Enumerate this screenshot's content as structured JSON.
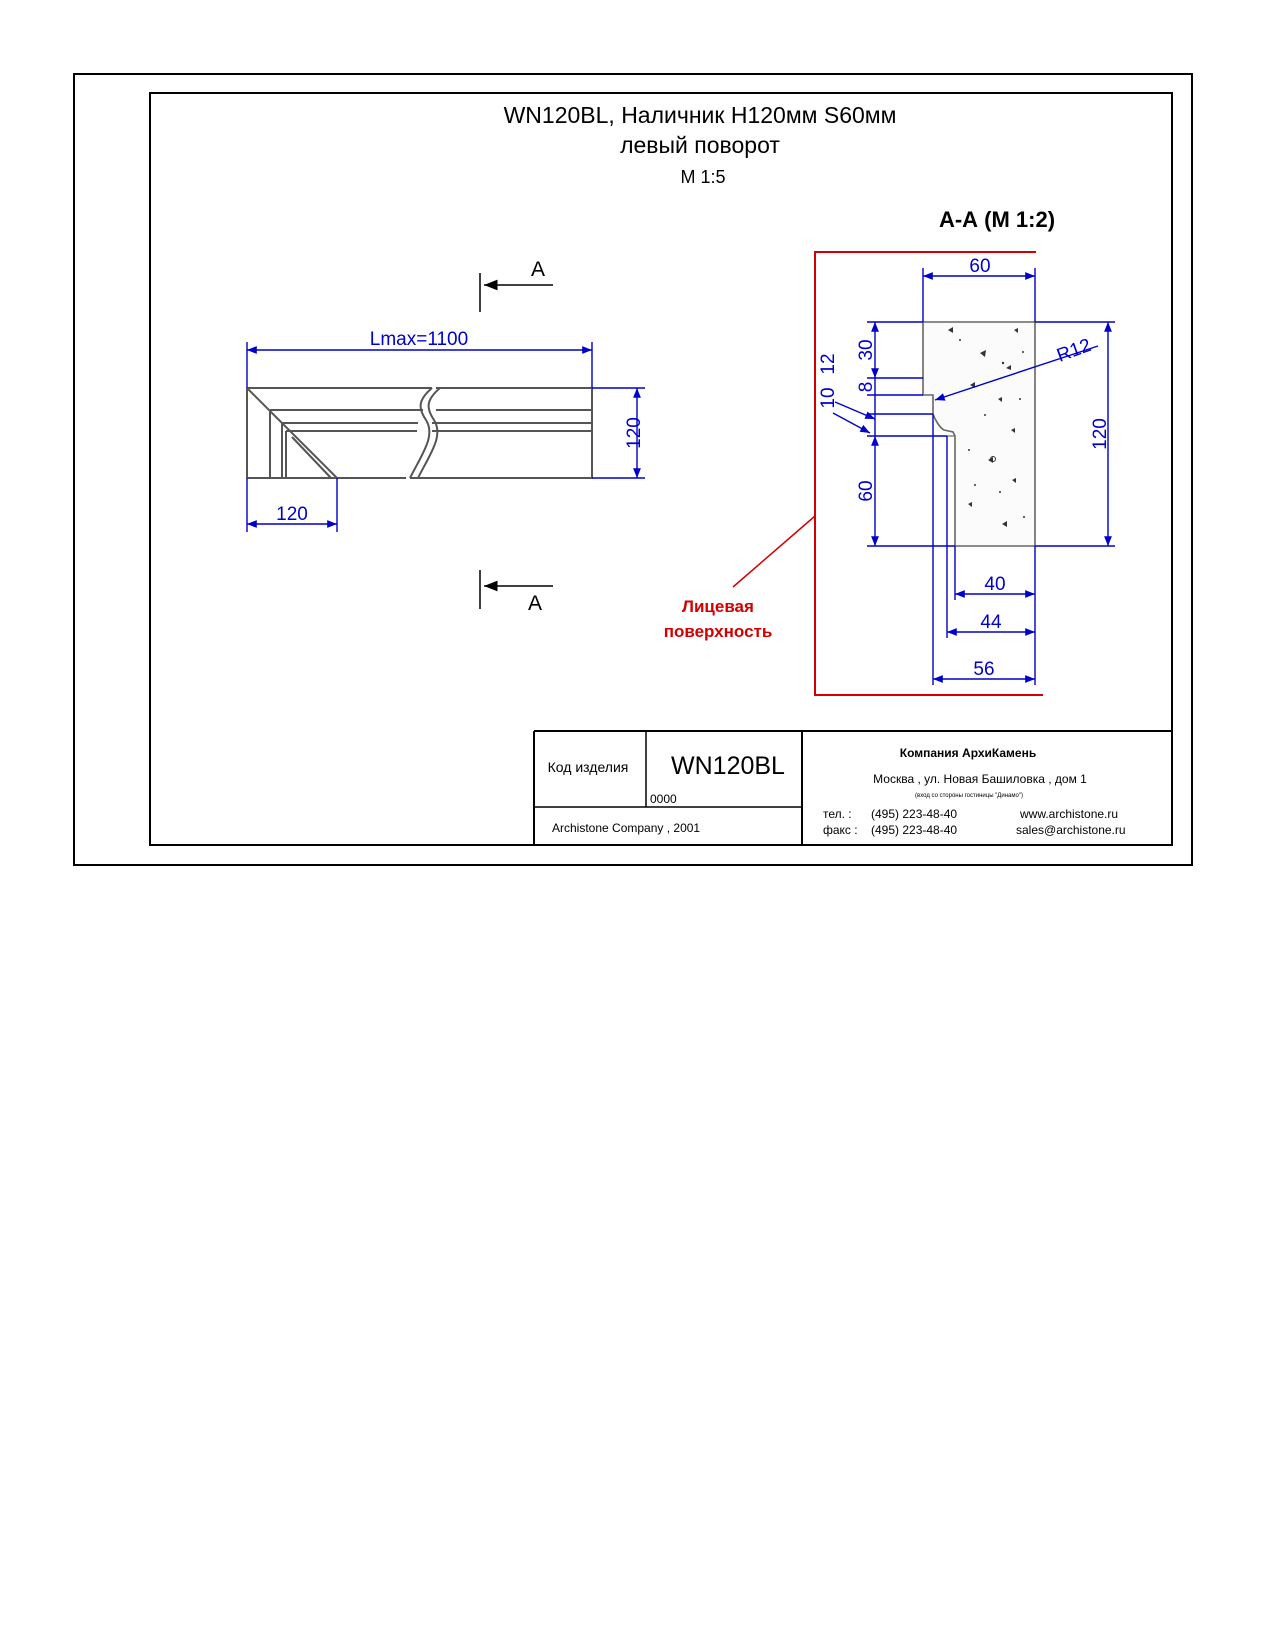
{
  "title": {
    "line1": "WN120BL, Наличник H120мм S60мм",
    "line2": "левый поворот",
    "scale": "М 1:5"
  },
  "section": {
    "label": "А-А (М 1:2)",
    "dims": {
      "top_width": "60",
      "radius": "R12",
      "height": "120",
      "d30": "30",
      "d12": "12",
      "d8": "8",
      "d10": "10",
      "d60": "60",
      "d40": "40",
      "d44": "44",
      "d56": "56"
    },
    "face_label_line1": "Лицевая",
    "face_label_line2": "поверхность"
  },
  "elevation": {
    "length_label": "Lmax=1100",
    "height_label": "120",
    "corner_label": "120",
    "cut_label_top": "А",
    "cut_label_bottom": "А"
  },
  "title_block": {
    "code_label": "Код изделия",
    "code_value": "WN120BL",
    "code_number": "0000",
    "copyright": "Archistone  Company ,  2001",
    "company": "Компания  АрхиКамень",
    "address": "Москва , ул. Новая Башиловка , дом 1",
    "address_note": "(вход со стороны гостиницы \"Динамо\")",
    "tel_label": "тел.   :",
    "tel_value": "(495) 223-48-40",
    "fax_label": "факс :",
    "fax_value": "(495) 223-48-40",
    "website": "www.archistone.ru",
    "email": "sales@archistone.ru"
  },
  "colors": {
    "dimension": "#0000cc",
    "face_marker": "#d40000",
    "outline": "#555555"
  }
}
